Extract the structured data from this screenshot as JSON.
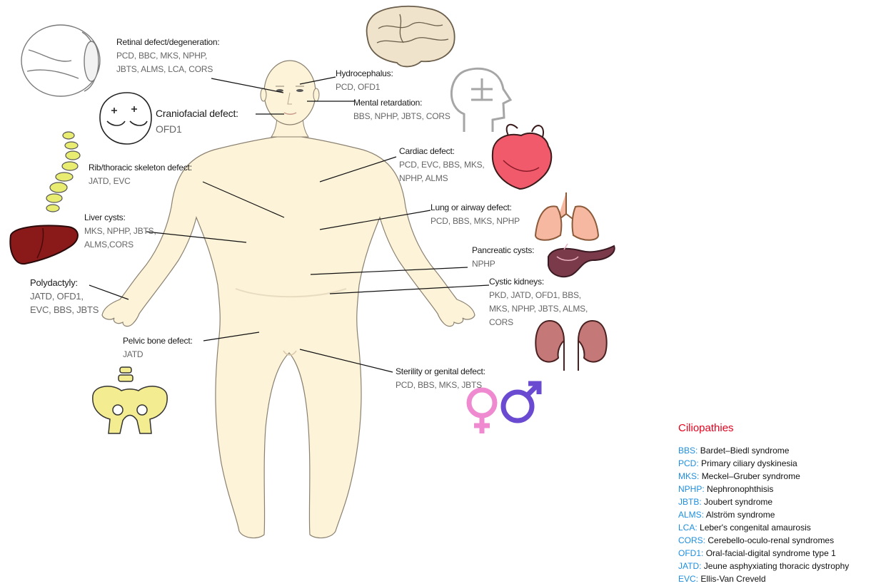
{
  "labels": {
    "retinal": {
      "title": "Retinal defect/degeneration:",
      "diseases": "PCD, BBC, MKS, NPHP,\nJBTS, ALMS, LCA, CORS"
    },
    "hydrocephalus": {
      "title": "Hydrocephalus:",
      "diseases": "PCD, OFD1"
    },
    "craniofacial": {
      "title": "Craniofacial defect:",
      "diseases": "OFD1"
    },
    "mental": {
      "title": "Mental retardation:",
      "diseases": "BBS, NPHP, JBTS, CORS"
    },
    "cardiac": {
      "title": "Cardiac defect:",
      "diseases": "PCD, EVC, BBS, MKS,\nNPHP, ALMS"
    },
    "rib": {
      "title": "Rib/thoracic skeleton defect:",
      "diseases": "JATD, EVC"
    },
    "lung": {
      "title": "Lung or airway defect:",
      "diseases": "PCD, BBS, MKS, NPHP"
    },
    "liver": {
      "title": "Liver cysts:",
      "diseases": "MKS, NPHP, JBTS,\nALMS,CORS"
    },
    "pancreatic": {
      "title": "Pancreatic cysts:",
      "diseases": "NPHP"
    },
    "polydactyly": {
      "title": "Polydactyly:",
      "diseases": "JATD, OFD1,\nEVC, BBS, JBTS"
    },
    "kidney": {
      "title": "Cystic kidneys:",
      "diseases": "PKD, JATD, OFD1, BBS,\nMKS, NPHP, JBTS, ALMS,\nCORS"
    },
    "pelvic": {
      "title": "Pelvic bone defect:",
      "diseases": "JATD"
    },
    "sterility": {
      "title": "Sterility or genital defect:",
      "diseases": "PCD, BBS, MKS, JBTS"
    }
  },
  "legend": {
    "title": "Ciliopathies",
    "items": [
      {
        "abbr": "BBS:",
        "name": "Bardet–Biedl syndrome"
      },
      {
        "abbr": "PCD:",
        "name": "Primary ciliary dyskinesia"
      },
      {
        "abbr": "MKS:",
        "name": "Meckel–Gruber syndrome"
      },
      {
        "abbr": "NPHP:",
        "name": "Nephronophthisis"
      },
      {
        "abbr": "JBTB:",
        "name": "Joubert syndrome"
      },
      {
        "abbr": "ALMS:",
        "name": "Alström syndrome"
      },
      {
        "abbr": "LCA:",
        "name": "Leber's congenital amaurosis"
      },
      {
        "abbr": "CORS:",
        "name": "Cerebello-oculo-renal syndromes"
      },
      {
        "abbr": "OFD1:",
        "name": "Oral-facial-digital syndrome type 1"
      },
      {
        "abbr": "JATD:",
        "name": "Jeune asphyxiating thoracic dystrophy"
      },
      {
        "abbr": "EVC:",
        "name": "Ellis-Van Creveld"
      }
    ]
  },
  "colors": {
    "body_fill": "#fdf3d9",
    "body_stroke": "#8a8070",
    "legend_title": "#e8001c",
    "legend_abbr": "#1e8fe0"
  },
  "icons": [
    "eye-icon",
    "brain-icon",
    "head-puzzle-icon",
    "face-icon",
    "heart-icon",
    "spine-icon",
    "lungs-icon",
    "liver-icon",
    "pancreas-icon",
    "kidneys-icon",
    "pelvis-icon",
    "gender-symbols-icon"
  ]
}
